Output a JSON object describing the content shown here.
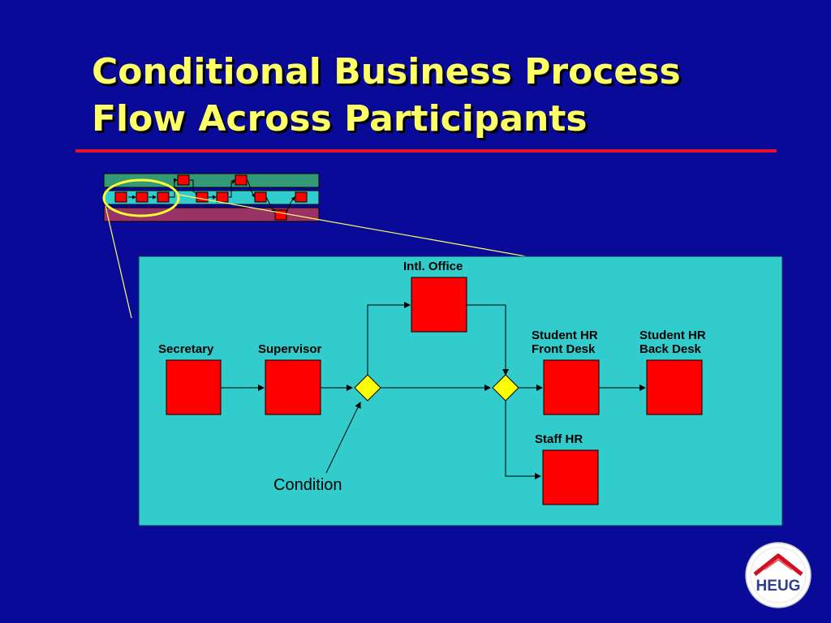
{
  "slide": {
    "title_line1": "Conditional Business Process",
    "title_line2": "Flow Across Participants"
  },
  "diagram": {
    "participants": {
      "secretary": "Secretary",
      "supervisor": "Supervisor",
      "intl_office": "Intl. Office",
      "student_hr_front_line1": "Student HR",
      "student_hr_front_line2": "Front Desk",
      "student_hr_back_line1": "Student HR",
      "student_hr_back_line2": "Back Desk",
      "staff_hr": "Staff HR"
    },
    "callout": "Condition"
  },
  "logo": {
    "text": "HEUG"
  },
  "colors": {
    "background": "#0A0A99",
    "title": "#FFFF66",
    "rule": "#E8102A",
    "panel": "#33CCCC",
    "task": "#FF0000",
    "decision": "#FFFF00"
  }
}
